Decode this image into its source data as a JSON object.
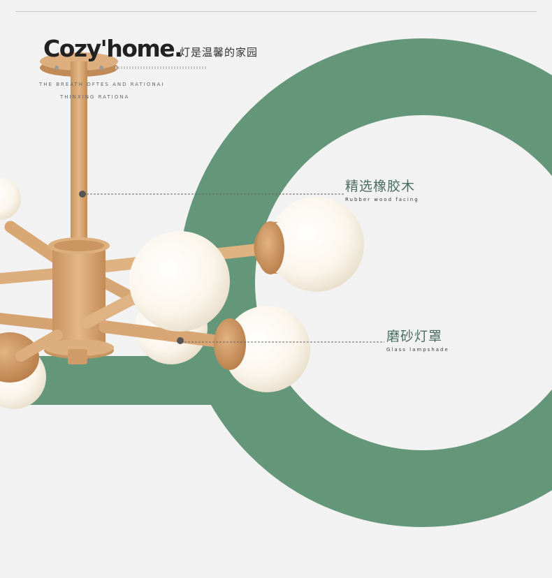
{
  "header": {
    "brand": "Cozy'home.",
    "tagline": "灯是温馨的家园",
    "subtitle_line1": "THE BREATH OFTES AND RATIONAI",
    "subtitle_line2": "THINXING RATIONA"
  },
  "callouts": [
    {
      "title_cn": "精选橡胶木",
      "title_en": "Rubber wood facing"
    },
    {
      "title_cn": "磨砂灯罩",
      "title_en": "Glass lampshade"
    }
  ],
  "colors": {
    "background": "#f2f2f2",
    "accent_green": "#64977a",
    "wood": "#d9a878",
    "glass": "#fbf6ec",
    "text_dark": "#222222"
  }
}
